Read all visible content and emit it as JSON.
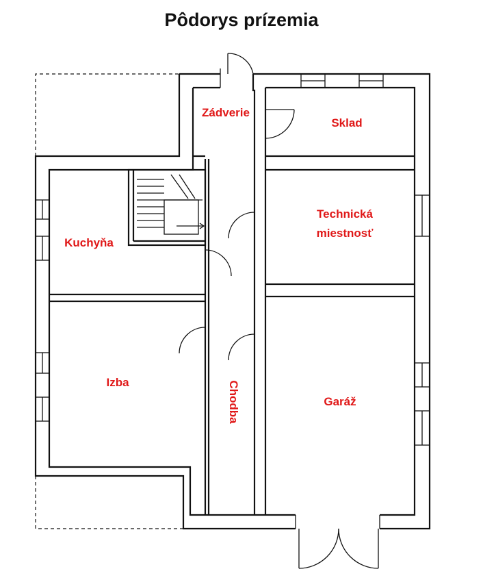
{
  "title": "Pôdorys prízemia",
  "rooms": {
    "zadverie": "Zádverie",
    "sklad": "Sklad",
    "kuchyna": "Kuchyňa",
    "technicka_line1": "Technická",
    "technicka_line2": "miestnosť",
    "izba": "Izba",
    "chodba": "Chodba",
    "garaz": "Garáž"
  },
  "colors": {
    "wall": "#111111",
    "label": "#e01818",
    "background": "#ffffff"
  }
}
